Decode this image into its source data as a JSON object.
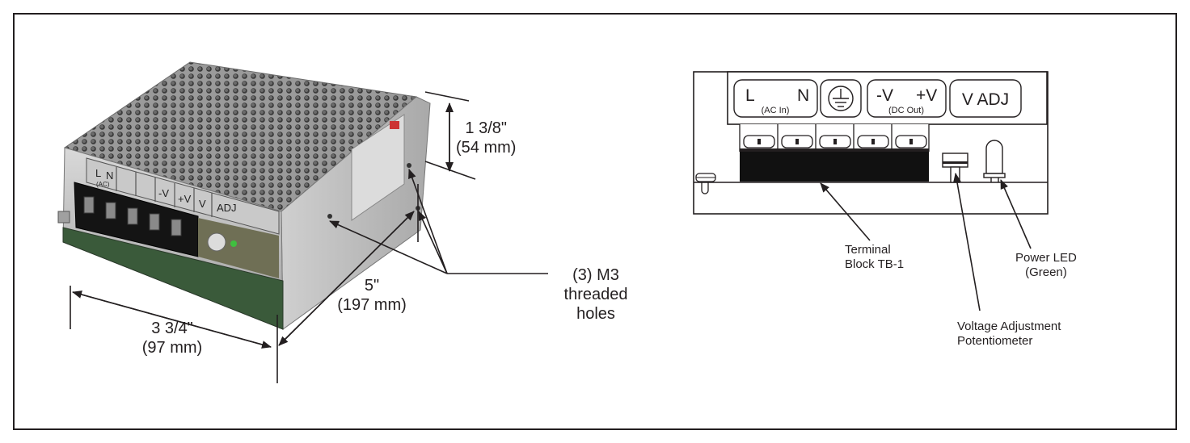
{
  "photo": {
    "height_dim": {
      "imperial": "1 3/8\"",
      "metric": "(54 mm)"
    },
    "length_dim": {
      "imperial": "5\"",
      "metric": "(197 mm)"
    },
    "width_dim": {
      "imperial": "3 3/4\"",
      "metric": "(97 mm)"
    },
    "holes": {
      "line1": "(3) M3",
      "line2": "threaded",
      "line3": "holes"
    },
    "label_strip": {
      "l": "L",
      "n": "N",
      "ac": "(AC)",
      "neg": "-V",
      "pos": "+V",
      "v": "V",
      "adj": "ADJ"
    }
  },
  "schematic": {
    "header": {
      "l": "L",
      "n": "N",
      "ac_in": "(AC In)",
      "neg": "-V",
      "pos": "+V",
      "dc_out": "(DC Out)",
      "vadj": "V ADJ"
    },
    "callouts": {
      "terminal_1": "Terminal",
      "terminal_2": "Block TB-1",
      "voltage_1": "Voltage Adjustment",
      "voltage_2": "Potentiometer",
      "led_1": "Power LED",
      "led_2": "(Green)"
    }
  },
  "colors": {
    "ink": "#231f20",
    "chassis": "#b8b8b8",
    "terminal": "#111111",
    "led": "#3fbf3f"
  }
}
